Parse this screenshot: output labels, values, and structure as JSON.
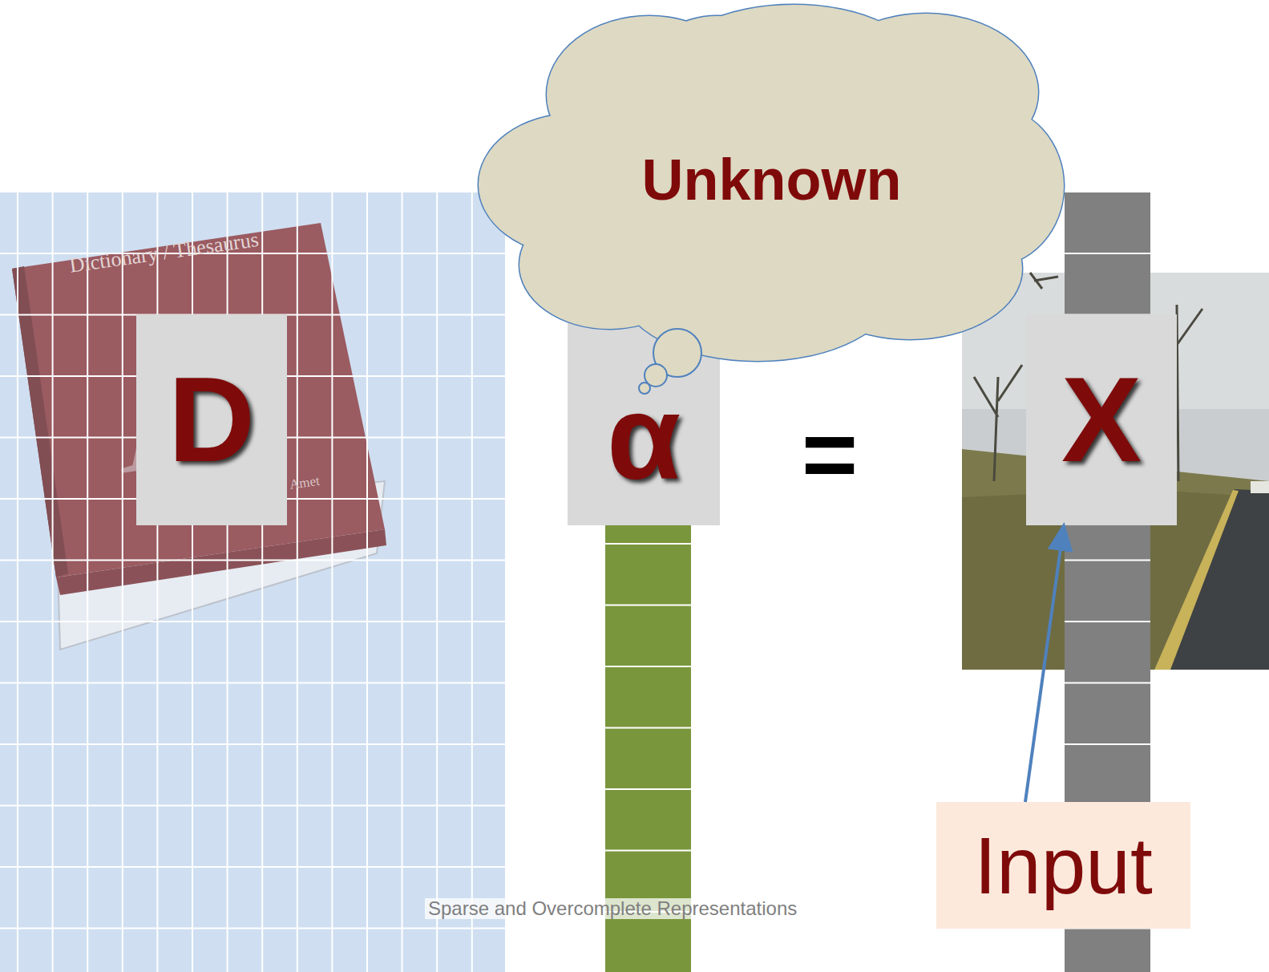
{
  "diagram": {
    "nodes": [
      {
        "text": [
          "D"
        ]
      },
      {
        "text": [
          "α"
        ]
      },
      {
        "text": [
          "Unknown"
        ]
      },
      {
        "text": [
          "X"
        ]
      },
      {
        "text": [
          "Input"
        ]
      }
    ],
    "edges": [
      {
        "from": 4,
        "to": 3,
        "arrow": "to"
      }
    ],
    "labels": [
      "Dictionary / Thesaurus",
      "Amet",
      "=",
      "Sparse and Overcomplete Representations"
    ]
  }
}
